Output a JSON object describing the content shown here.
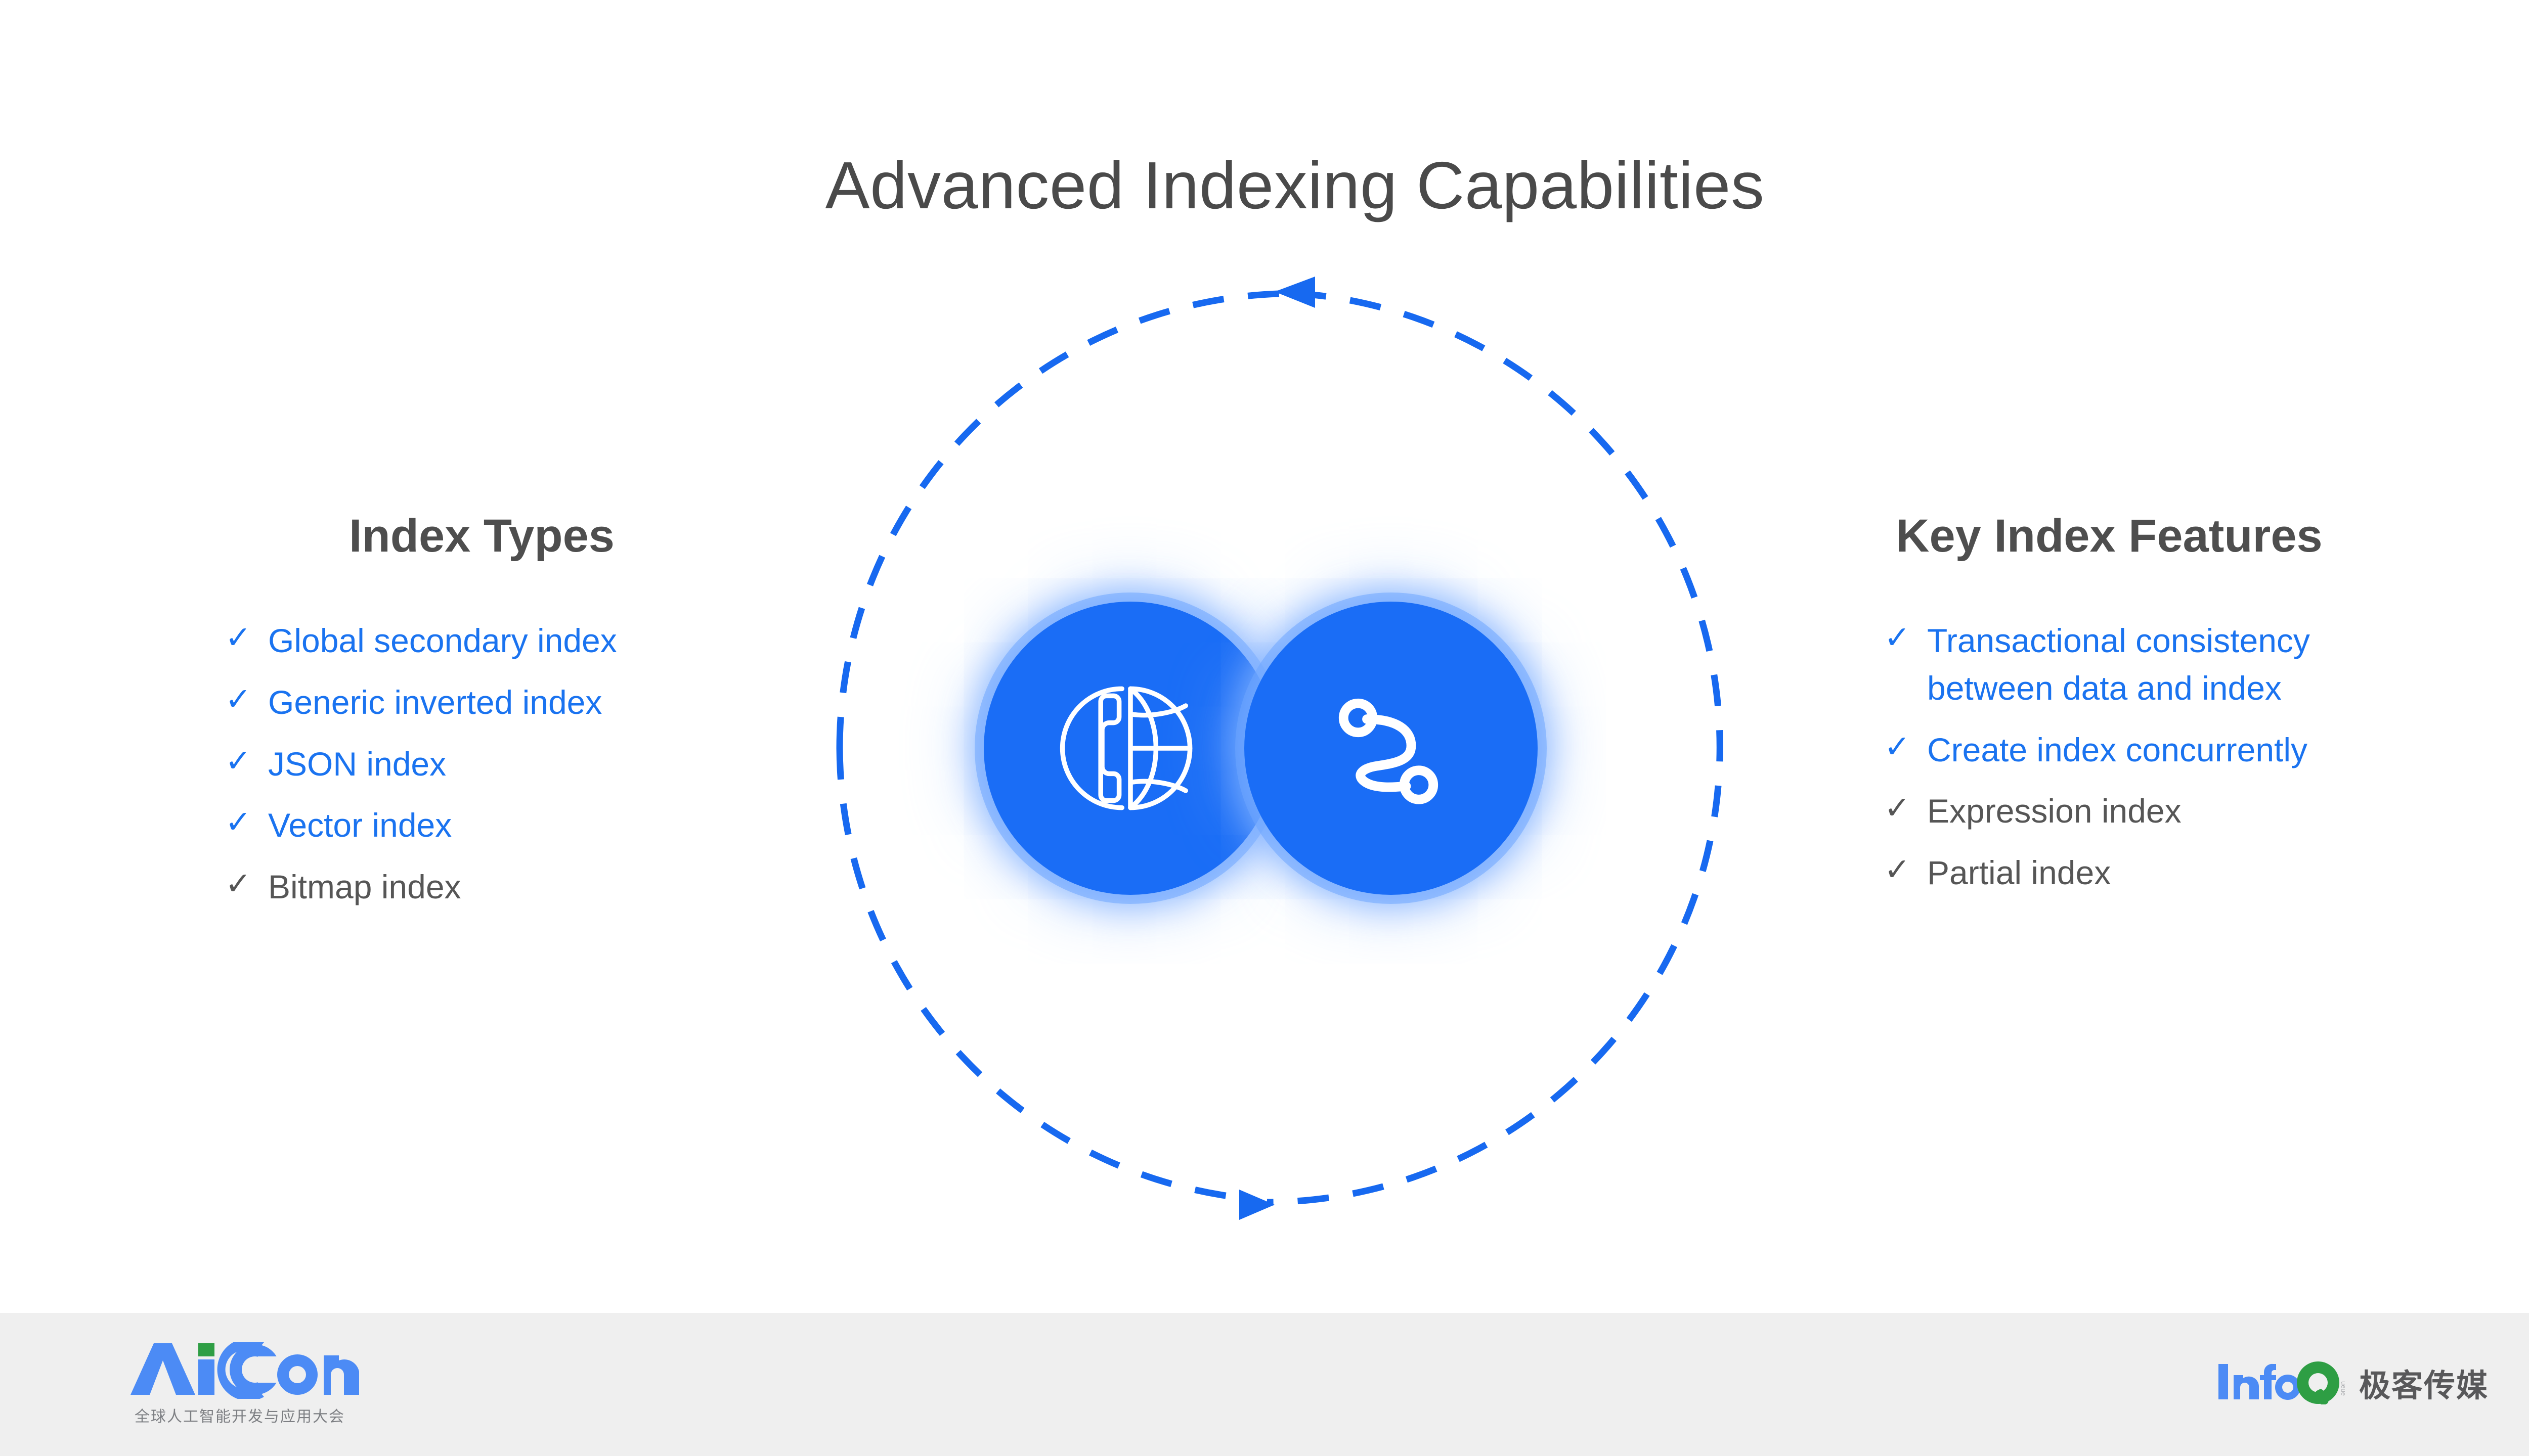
{
  "slide": {
    "title": "Advanced Indexing Capabilities",
    "background_color": "#FFFFFF",
    "accent_color": "#1A73F0",
    "muted_color": "#565656",
    "title_color": "#4A4A4A"
  },
  "left_column": {
    "heading": "Index Types",
    "items": [
      {
        "label": "Global secondary index",
        "check": "✓",
        "emphasis": "accent"
      },
      {
        "label": "Generic inverted index",
        "check": "✓",
        "emphasis": "accent"
      },
      {
        "label": "JSON index",
        "check": "✓",
        "emphasis": "accent"
      },
      {
        "label": "Vector index",
        "check": "✓",
        "emphasis": "accent"
      },
      {
        "label": "Bitmap index",
        "check": "✓",
        "emphasis": "muted"
      }
    ]
  },
  "right_column": {
    "heading": "Key Index Features",
    "items": [
      {
        "label": "Transactional consistency between data and index",
        "check": "✓",
        "emphasis": "accent"
      },
      {
        "label": "Create index concurrently",
        "check": "✓",
        "emphasis": "accent"
      },
      {
        "label": "Expression index",
        "check": "✓",
        "emphasis": "muted"
      },
      {
        "label": "Partial index",
        "check": "✓",
        "emphasis": "muted"
      }
    ]
  },
  "center_graphic": {
    "ring_style": "dashed",
    "ring_color": "#1769F0",
    "ring_direction": "counter-clockwise",
    "circle_color": "#1A6DF6",
    "glow_color": "#7DAFFF",
    "icons": [
      {
        "name": "globe-phone-icon",
        "position": "left"
      },
      {
        "name": "connected-nodes-icon",
        "position": "right"
      }
    ]
  },
  "footer": {
    "background_color": "#EFEFEF",
    "aicon": {
      "wordmark": "AiCon",
      "tagline": "全球人工智能开发与应用大会",
      "blue": "#4C8BF5",
      "green": "#2E9E44"
    },
    "infoq": {
      "wordmark": "InfoQ",
      "superscript": "ueue",
      "chinese": "极客传媒",
      "blue": "#4C8BF5",
      "green": "#2E9E44"
    }
  }
}
